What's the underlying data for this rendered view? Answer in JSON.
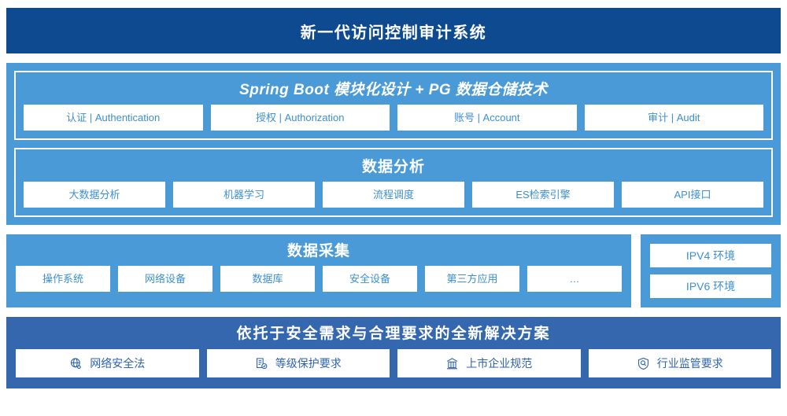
{
  "header": {
    "title": "新一代访问控制审计系统"
  },
  "colors": {
    "header_navy": "#0d4a8f",
    "slab_light_blue": "#4a9ad8",
    "bottom_blue": "#3467ad",
    "chip_text_blue": "#3d8fd0",
    "bottom_chip_text_blue": "#2f63ad",
    "chip_bg": "#ffffff"
  },
  "sections": {
    "platform": {
      "title": "Spring Boot 模块化设计 + PG 数据仓储技术",
      "chips": [
        {
          "label": "认证 | Authentication"
        },
        {
          "label": "授权 | Authorization"
        },
        {
          "label": "账号 | Account"
        },
        {
          "label": "审计 | Audit"
        }
      ]
    },
    "analysis": {
      "title": "数据分析",
      "chips": [
        {
          "label": "大数据分析"
        },
        {
          "label": "机器学习"
        },
        {
          "label": "流程调度"
        },
        {
          "label": "ES检索引擎"
        },
        {
          "label": "API接口"
        }
      ]
    },
    "collection": {
      "title": "数据采集",
      "chips": [
        {
          "label": "操作系统"
        },
        {
          "label": "网络设备"
        },
        {
          "label": "数据库"
        },
        {
          "label": "安全设备"
        },
        {
          "label": "第三方应用"
        },
        {
          "label": "…"
        }
      ]
    },
    "environment": {
      "chips": [
        {
          "label": "IPV4 环境"
        },
        {
          "label": "IPV6 环境"
        }
      ]
    },
    "compliance": {
      "title": "依托于安全需求与合理要求的全新解决方案",
      "chips": [
        {
          "label": "网络安全法",
          "icon": "globe-icon"
        },
        {
          "label": "等级保护要求",
          "icon": "document-check-icon"
        },
        {
          "label": "上市企业规范",
          "icon": "bank-building-icon"
        },
        {
          "label": "行业监管要求",
          "icon": "shield-search-icon"
        }
      ]
    }
  }
}
